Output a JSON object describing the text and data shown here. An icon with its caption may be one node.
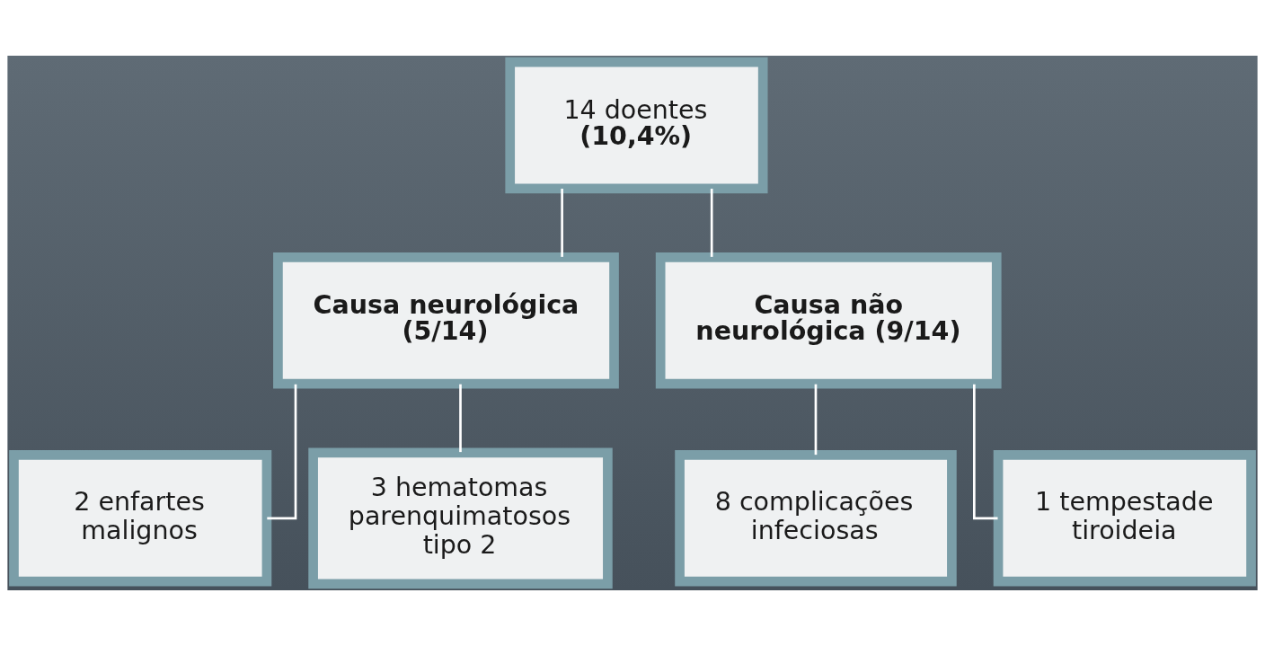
{
  "diagram": {
    "nodes": [
      {
        "text": [
          "14 doentes",
          "(10,4%)"
        ]
      },
      {
        "text": [
          "Causa neurológica (5/14)"
        ]
      },
      {
        "text": [
          "Causa não neurológica (9/14)"
        ]
      },
      {
        "text": [
          "2 enfartes malignos"
        ]
      },
      {
        "text": [
          "3 hematomas parenquimatosos tipo 2"
        ]
      },
      {
        "text": [
          "8 complicações infeciosas"
        ]
      },
      {
        "text": [
          "1 tempestade tiroideia"
        ]
      }
    ],
    "edges": [
      {
        "from": 0,
        "to": 1,
        "arrow": "none"
      },
      {
        "from": 0,
        "to": 2,
        "arrow": "none"
      },
      {
        "from": 1,
        "to": 3,
        "arrow": "none"
      },
      {
        "from": 1,
        "to": 4,
        "arrow": "none"
      },
      {
        "from": 2,
        "to": 5,
        "arrow": "none"
      },
      {
        "from": 2,
        "to": 6,
        "arrow": "none"
      }
    ]
  }
}
